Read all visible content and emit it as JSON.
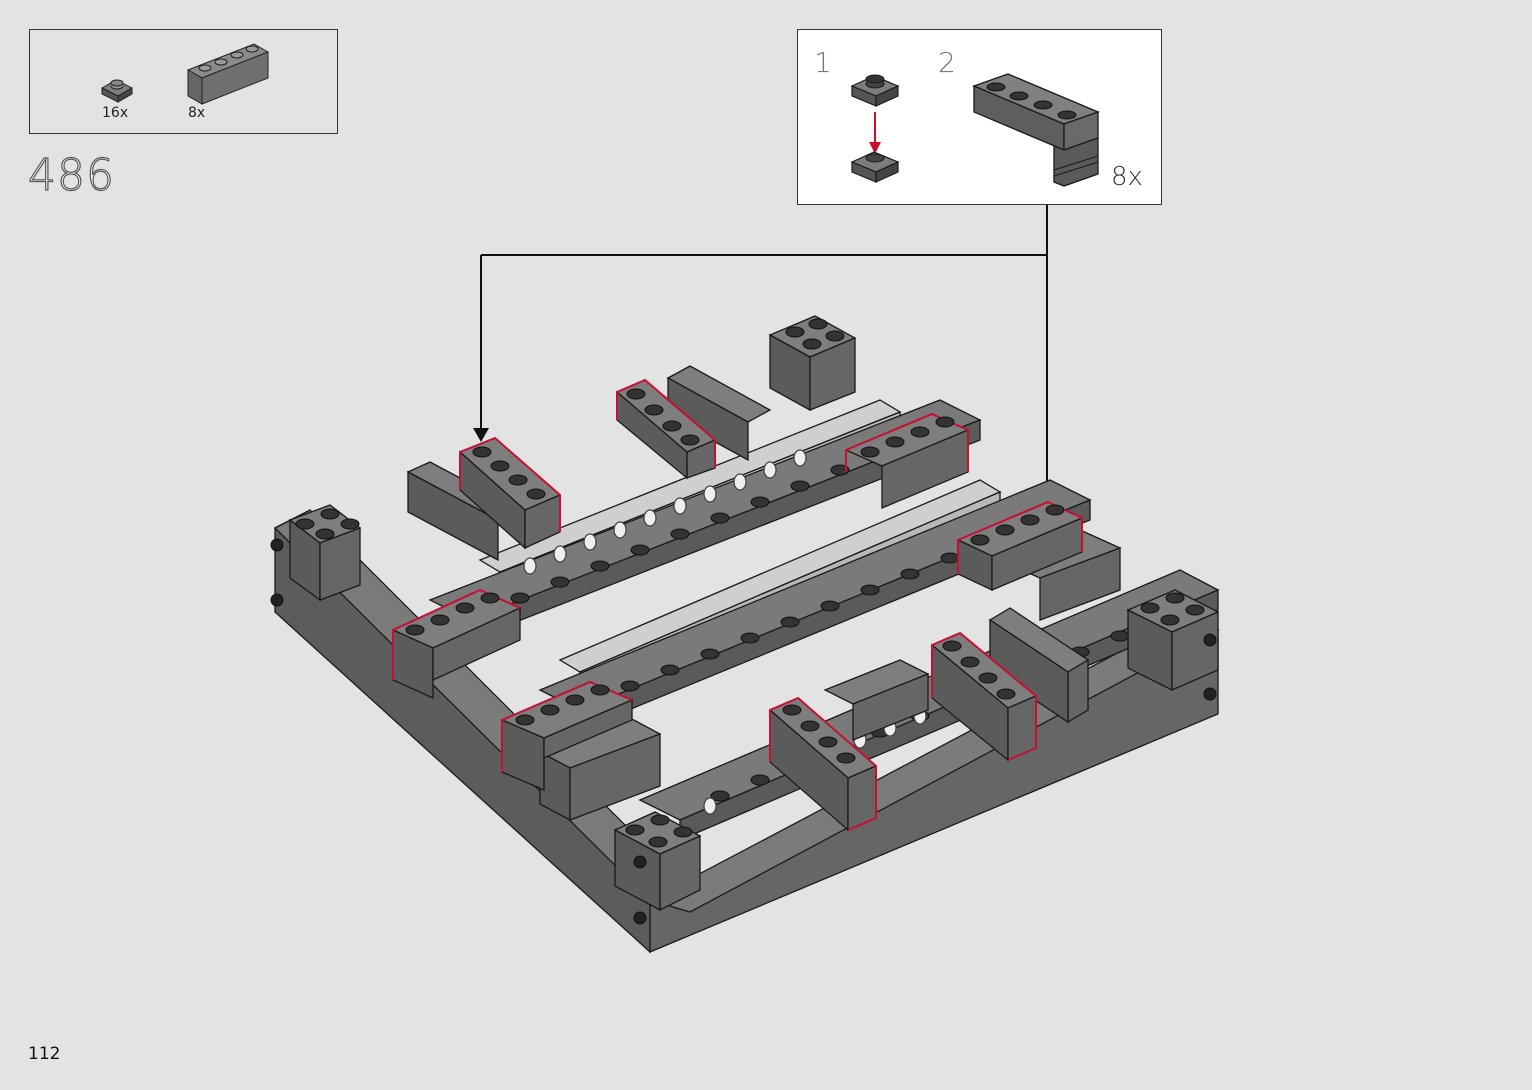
{
  "page": {
    "page_number": "112",
    "step_number": "486"
  },
  "parts_list": {
    "items": [
      {
        "part": "plate-1x1-dark-gray",
        "quantity": "16x"
      },
      {
        "part": "brick-1x4-dark-gray",
        "quantity": "8x"
      }
    ]
  },
  "sub_assembly": {
    "steps": [
      "1",
      "2"
    ],
    "multiplier": "8x"
  },
  "colors": {
    "background": "#e3e3e3",
    "brick_dark_gray": "#6b6b6b",
    "brick_top": "#8a8a8a",
    "highlight_red": "#c8102e",
    "outline": "#1a1a1a"
  }
}
